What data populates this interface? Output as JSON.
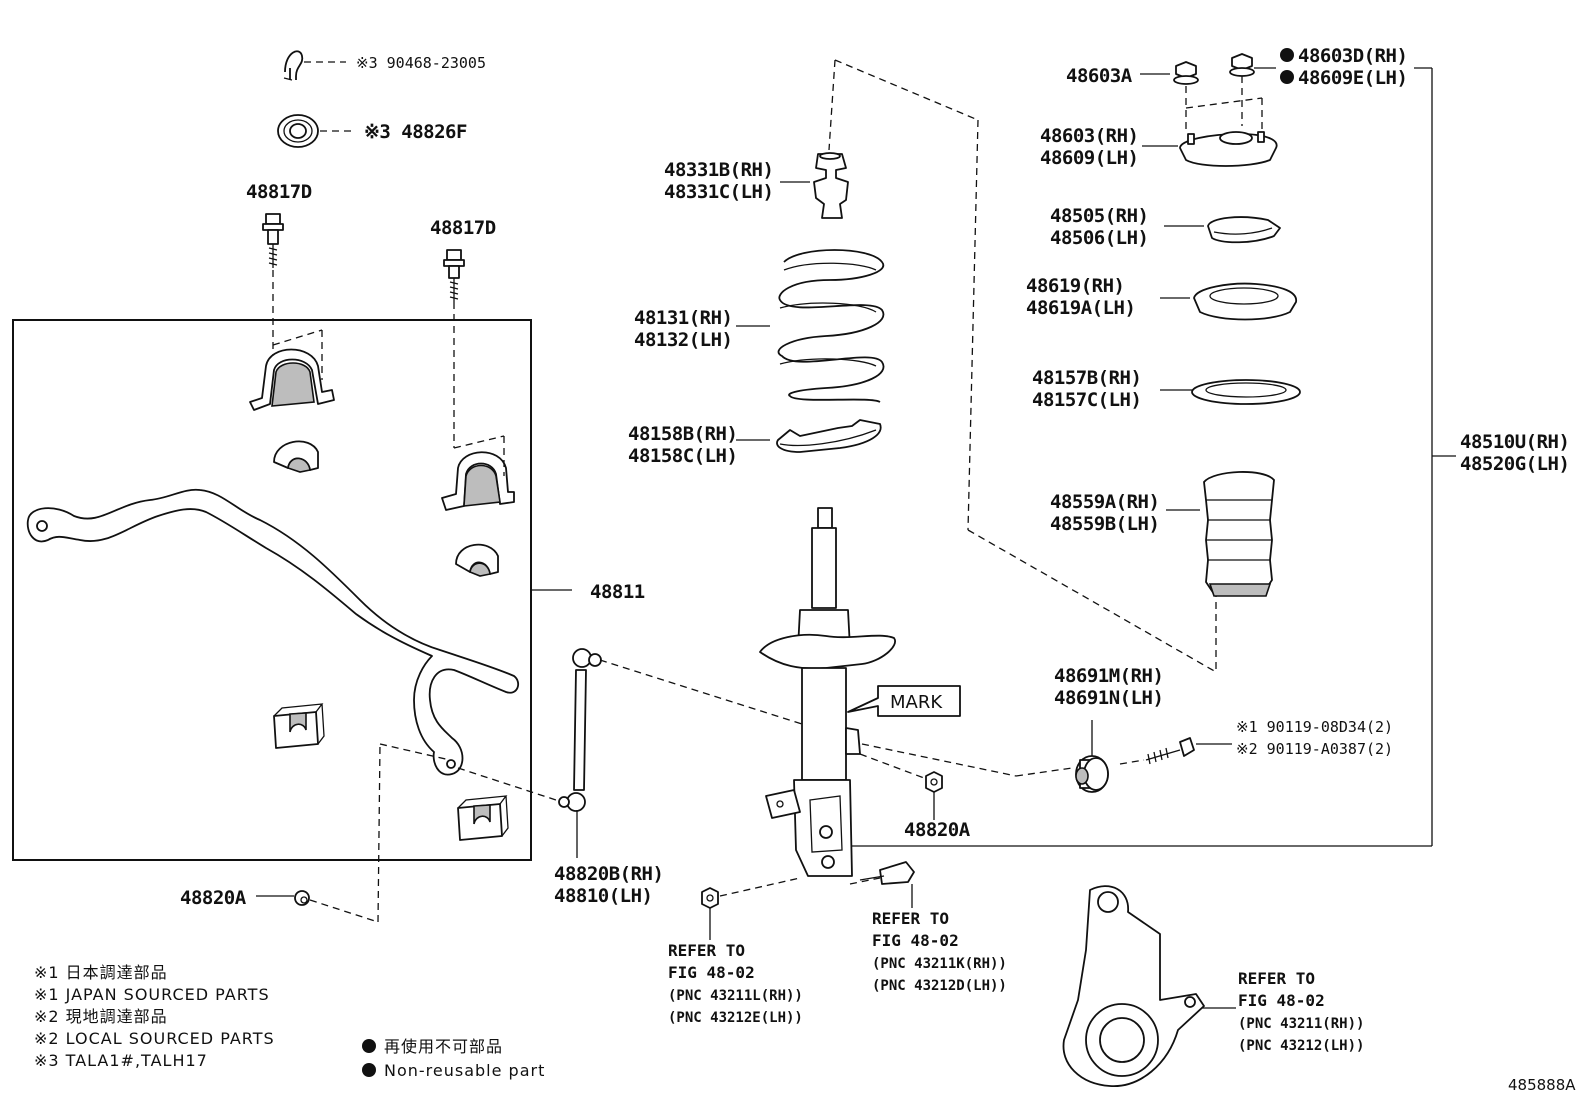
{
  "diagram": {
    "labels": {
      "clip_90468": "※3 90468-23005",
      "cushion_48826f": "※3 48826F",
      "bolt_48817d_left": "48817D",
      "bolt_48817d_right": "48817D",
      "stabilizer_48811": "48811",
      "nut_48820a_left": "48820A",
      "bumper_rh": "48331B(RH)",
      "bumper_lh": "48331C(LH)",
      "spring_rh": "48131(RH)",
      "spring_lh": "48132(LH)",
      "insulator_lower_rh": "48158B(RH)",
      "insulator_lower_lh": "48158C(LH)",
      "link_rh": "48820B(RH)",
      "link_lh": "48810(LH)",
      "nut_48820a_right": "48820A",
      "mark": "MARK",
      "nut_48603a": "48603A",
      "nut_48603d": "48603D(RH)",
      "nut_48609e": "48609E(LH)",
      "support_rh": "48603(RH)",
      "support_lh": "48609(LH)",
      "cover_rh": "48505(RH)",
      "cover_lh": "48506(LH)",
      "bearing_rh": "48619(RH)",
      "bearing_lh": "48619A(LH)",
      "insulator_upper_rh": "48157B(RH)",
      "insulator_upper_lh": "48157C(LH)",
      "strut_rh": "48510U(RH)",
      "strut_lh": "48520G(LH)",
      "boot_rh": "48559A(RH)",
      "boot_lh": "48559B(LH)",
      "damper_rh": "48691M(RH)",
      "damper_lh": "48691N(LH)",
      "bolt_note1": "※1 90119-08D34(2)",
      "bolt_note2": "※2 90119-A0387(2)",
      "ref1_a": "REFER TO",
      "ref1_b": "FIG 48-02",
      "ref1_c": "(PNC 43211L(RH))",
      "ref1_d": "(PNC 43212E(LH))",
      "ref2_a": "REFER TO",
      "ref2_b": "FIG 48-02",
      "ref2_c": "(PNC 43211K(RH))",
      "ref2_d": "(PNC 43212D(LH))",
      "ref3_a": "REFER TO",
      "ref3_b": "FIG 48-02",
      "ref3_c": "(PNC 43211(RH))",
      "ref3_d": "(PNC 43212(LH))"
    },
    "notes": [
      "※1 日本調達部品",
      "※1 JAPAN SOURCED PARTS",
      "※2 現地調達部品",
      "※2 LOCAL SOURCED PARTS",
      "※3 TALA1#,TALH17"
    ],
    "legend": {
      "jp": "再使用不可部品",
      "en": "Non-reusable part"
    },
    "figure_code": "485888A"
  }
}
